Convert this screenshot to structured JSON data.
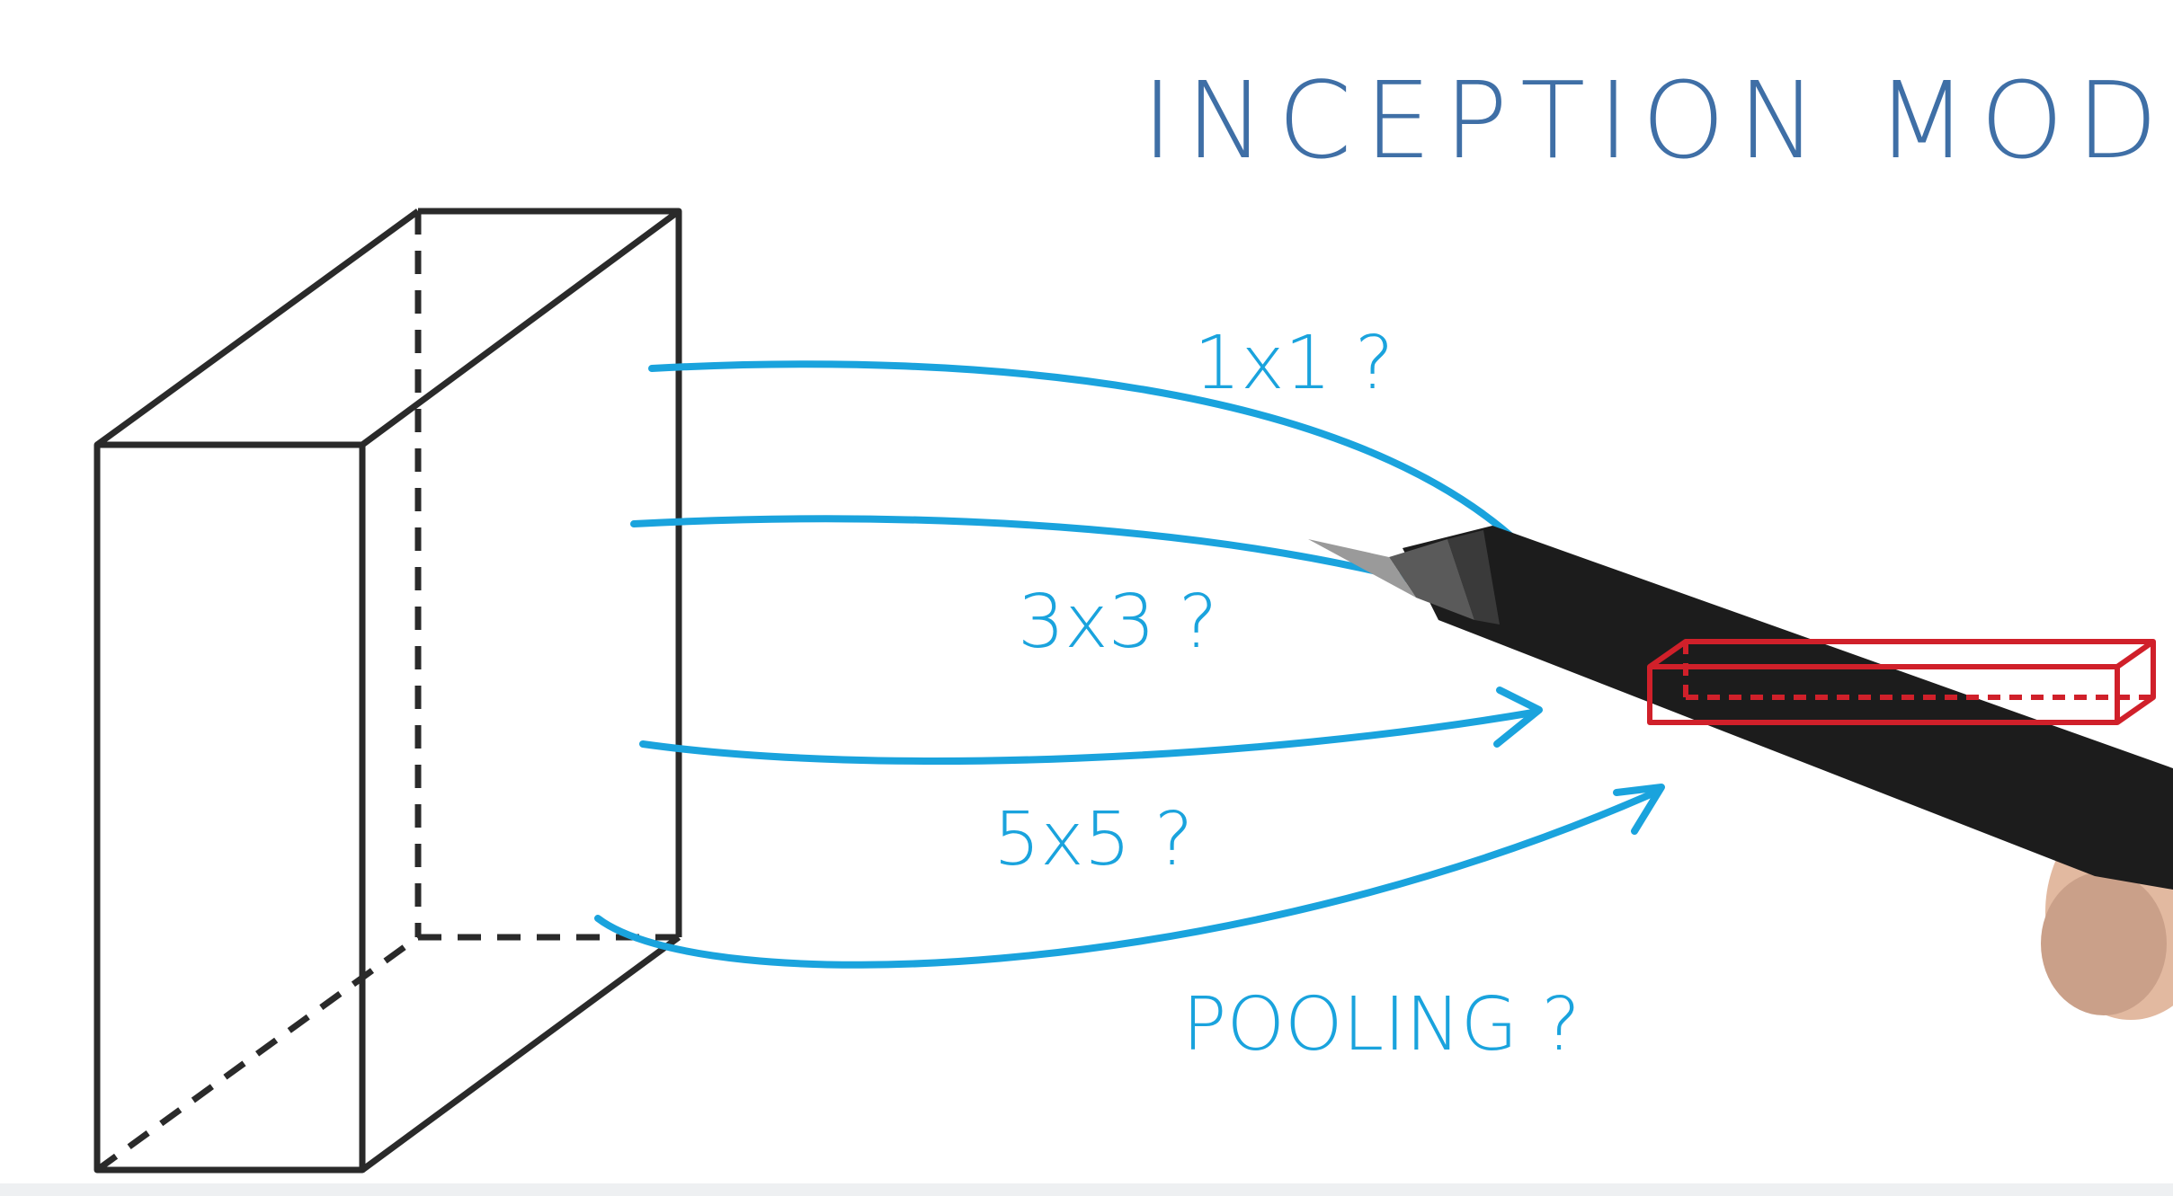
{
  "title": "INCEPTION MODULES",
  "labels": {
    "branch_1x1": "1x1 ?",
    "branch_3x3": "3x3 ?",
    "branch_5x5": "5x5 ?",
    "branch_pooling": "POOLING ?"
  },
  "colors": {
    "title": "#3f6fa6",
    "arrows": "#1aa3dd",
    "outline": "#2a2a2a",
    "output_block": "#d0202a",
    "pen": "#1c1c1c"
  },
  "icons": [
    "pen-icon",
    "hand-icon"
  ]
}
